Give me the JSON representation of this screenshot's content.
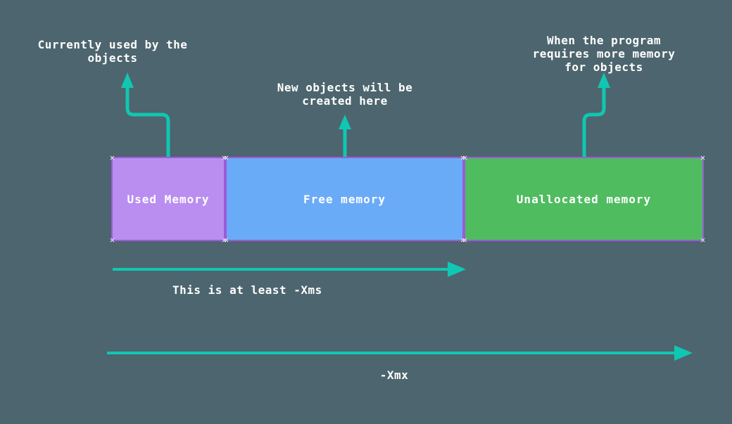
{
  "diagram": {
    "title_implicit": "JVM heap memory layout diagram",
    "labels": {
      "currently_used": {
        "line1": "Currently used by the",
        "line2": "objects"
      },
      "new_objects": {
        "line1": "New objects will be",
        "line2": "created here"
      },
      "more_memory": {
        "line1": "When the program",
        "line2": "requires more memory",
        "line3": "for objects"
      },
      "xms": "This is at least -Xms",
      "xmx": "-Xmx"
    },
    "boxes": [
      {
        "label": "Used Memory",
        "fill": "#b98ef0"
      },
      {
        "label": "Free memory",
        "fill": "#6aabf8"
      },
      {
        "label": "Unallocated memory",
        "fill": "#4fbc60"
      }
    ],
    "colors": {
      "background": "#4d656e",
      "arrow": "#0fc7b2",
      "box_border": "#9d5bd9",
      "text": "#ffffff"
    }
  }
}
